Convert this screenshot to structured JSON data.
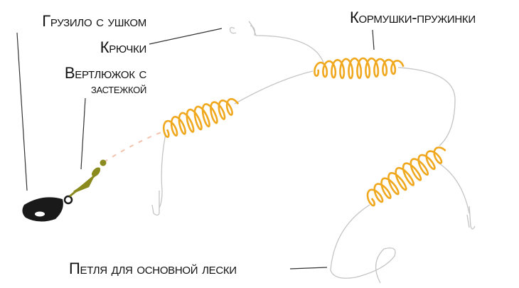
{
  "labels": {
    "sinker": "Грузило с ушком",
    "hooks": "Крючки",
    "swivel_line1": "Вертлюжок с",
    "swivel_line2": "застежкой",
    "feeders": "Кормушки-пружинки",
    "loop": "Петля для основной лески"
  },
  "colors": {
    "feeder": "#f0a81e",
    "swivel": "#8a8a1e",
    "sinker": "#1a1a1a",
    "line": "#c8c8c8",
    "beads": "#f7b9a0"
  }
}
